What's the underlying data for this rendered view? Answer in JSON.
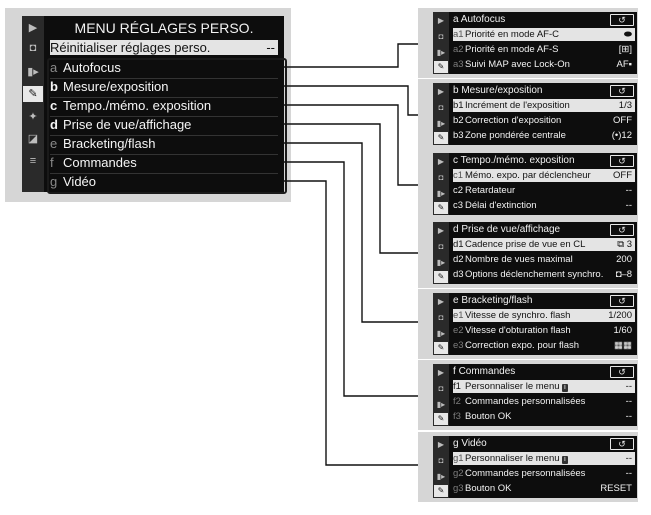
{
  "main_menu": {
    "title": "MENU RÉGLAGES PERSO.",
    "reset_label": "Réinitialiser réglages perso.",
    "reset_value": "--",
    "items": [
      {
        "letter": "a",
        "label": "Autofocus",
        "dim": true
      },
      {
        "letter": "b",
        "label": "Mesure/exposition",
        "dim": false
      },
      {
        "letter": "c",
        "label": "Tempo./mémo. exposition",
        "dim": false
      },
      {
        "letter": "d",
        "label": "Prise de vue/affichage",
        "dim": false
      },
      {
        "letter": "e",
        "label": "Bracketing/flash",
        "dim": true
      },
      {
        "letter": "f",
        "label": "Commandes",
        "dim": true
      },
      {
        "letter": "g",
        "label": "Vidéo",
        "dim": true
      }
    ],
    "tab_icons": [
      "playback-icon",
      "camera-icon",
      "movie-icon",
      "pencil-icon",
      "wrench-icon",
      "retouch-icon",
      "my-menu-icon"
    ]
  },
  "submenus": [
    {
      "letter": "a",
      "title": "Autofocus",
      "rows": [
        {
          "code": "a1",
          "label": "Priorité en mode AF-C",
          "value": "⬬"
        },
        {
          "code": "a2",
          "label": "Priorité en mode AF-S",
          "value": "[⊞]"
        },
        {
          "code": "a3",
          "label": "Suivi MAP avec Lock-On",
          "value": "AF▪"
        }
      ]
    },
    {
      "letter": "b",
      "title": "Mesure/exposition",
      "rows": [
        {
          "code": "b1",
          "label": "Incrément de l'exposition",
          "value": "1/3"
        },
        {
          "code": "b2",
          "label": "Correction d'exposition",
          "value": "OFF"
        },
        {
          "code": "b3",
          "label": "Zone pondérée centrale",
          "value": "(•)12"
        }
      ]
    },
    {
      "letter": "c",
      "title": "Tempo./mémo. exposition",
      "rows": [
        {
          "code": "c1",
          "label": "Mémo. expo. par déclencheur",
          "value": "OFF"
        },
        {
          "code": "c2",
          "label": "Retardateur",
          "value": "--"
        },
        {
          "code": "c3",
          "label": "Délai d'extinction",
          "value": "--"
        }
      ]
    },
    {
      "letter": "d",
      "title": "Prise de vue/affichage",
      "rows": [
        {
          "code": "d1",
          "label": "Cadence prise de vue en CL",
          "value": "⧉ 3"
        },
        {
          "code": "d2",
          "label": "Nombre de vues maximal",
          "value": "200"
        },
        {
          "code": "d3",
          "label": "Options déclenchement synchro.",
          "value": "◘–8"
        }
      ]
    },
    {
      "letter": "e",
      "title": "Bracketing/flash",
      "rows": [
        {
          "code": "e1",
          "label": "Vitesse de synchro. flash",
          "value": "1/200"
        },
        {
          "code": "e2",
          "label": "Vitesse d'obturation flash",
          "value": "1/60"
        },
        {
          "code": "e3",
          "label": "Correction expo. pour flash",
          "value": "▦▦"
        }
      ]
    },
    {
      "letter": "f",
      "title": "Commandes",
      "rows": [
        {
          "code": "f1",
          "label": "Personnaliser le menu",
          "badge": "i",
          "value": "--"
        },
        {
          "code": "f2",
          "label": "Commandes personnalisées",
          "value": "--"
        },
        {
          "code": "f3",
          "label": "Bouton OK",
          "value": "--"
        }
      ]
    },
    {
      "letter": "g",
      "title": "Vidéo",
      "rows": [
        {
          "code": "g1",
          "label": "Personnaliser le menu",
          "badge": "i",
          "value": "--"
        },
        {
          "code": "g2",
          "label": "Commandes personnalisées",
          "value": "--"
        },
        {
          "code": "g3",
          "label": "Bouton OK",
          "value": "RESET"
        }
      ]
    }
  ],
  "back_glyph": "↺"
}
